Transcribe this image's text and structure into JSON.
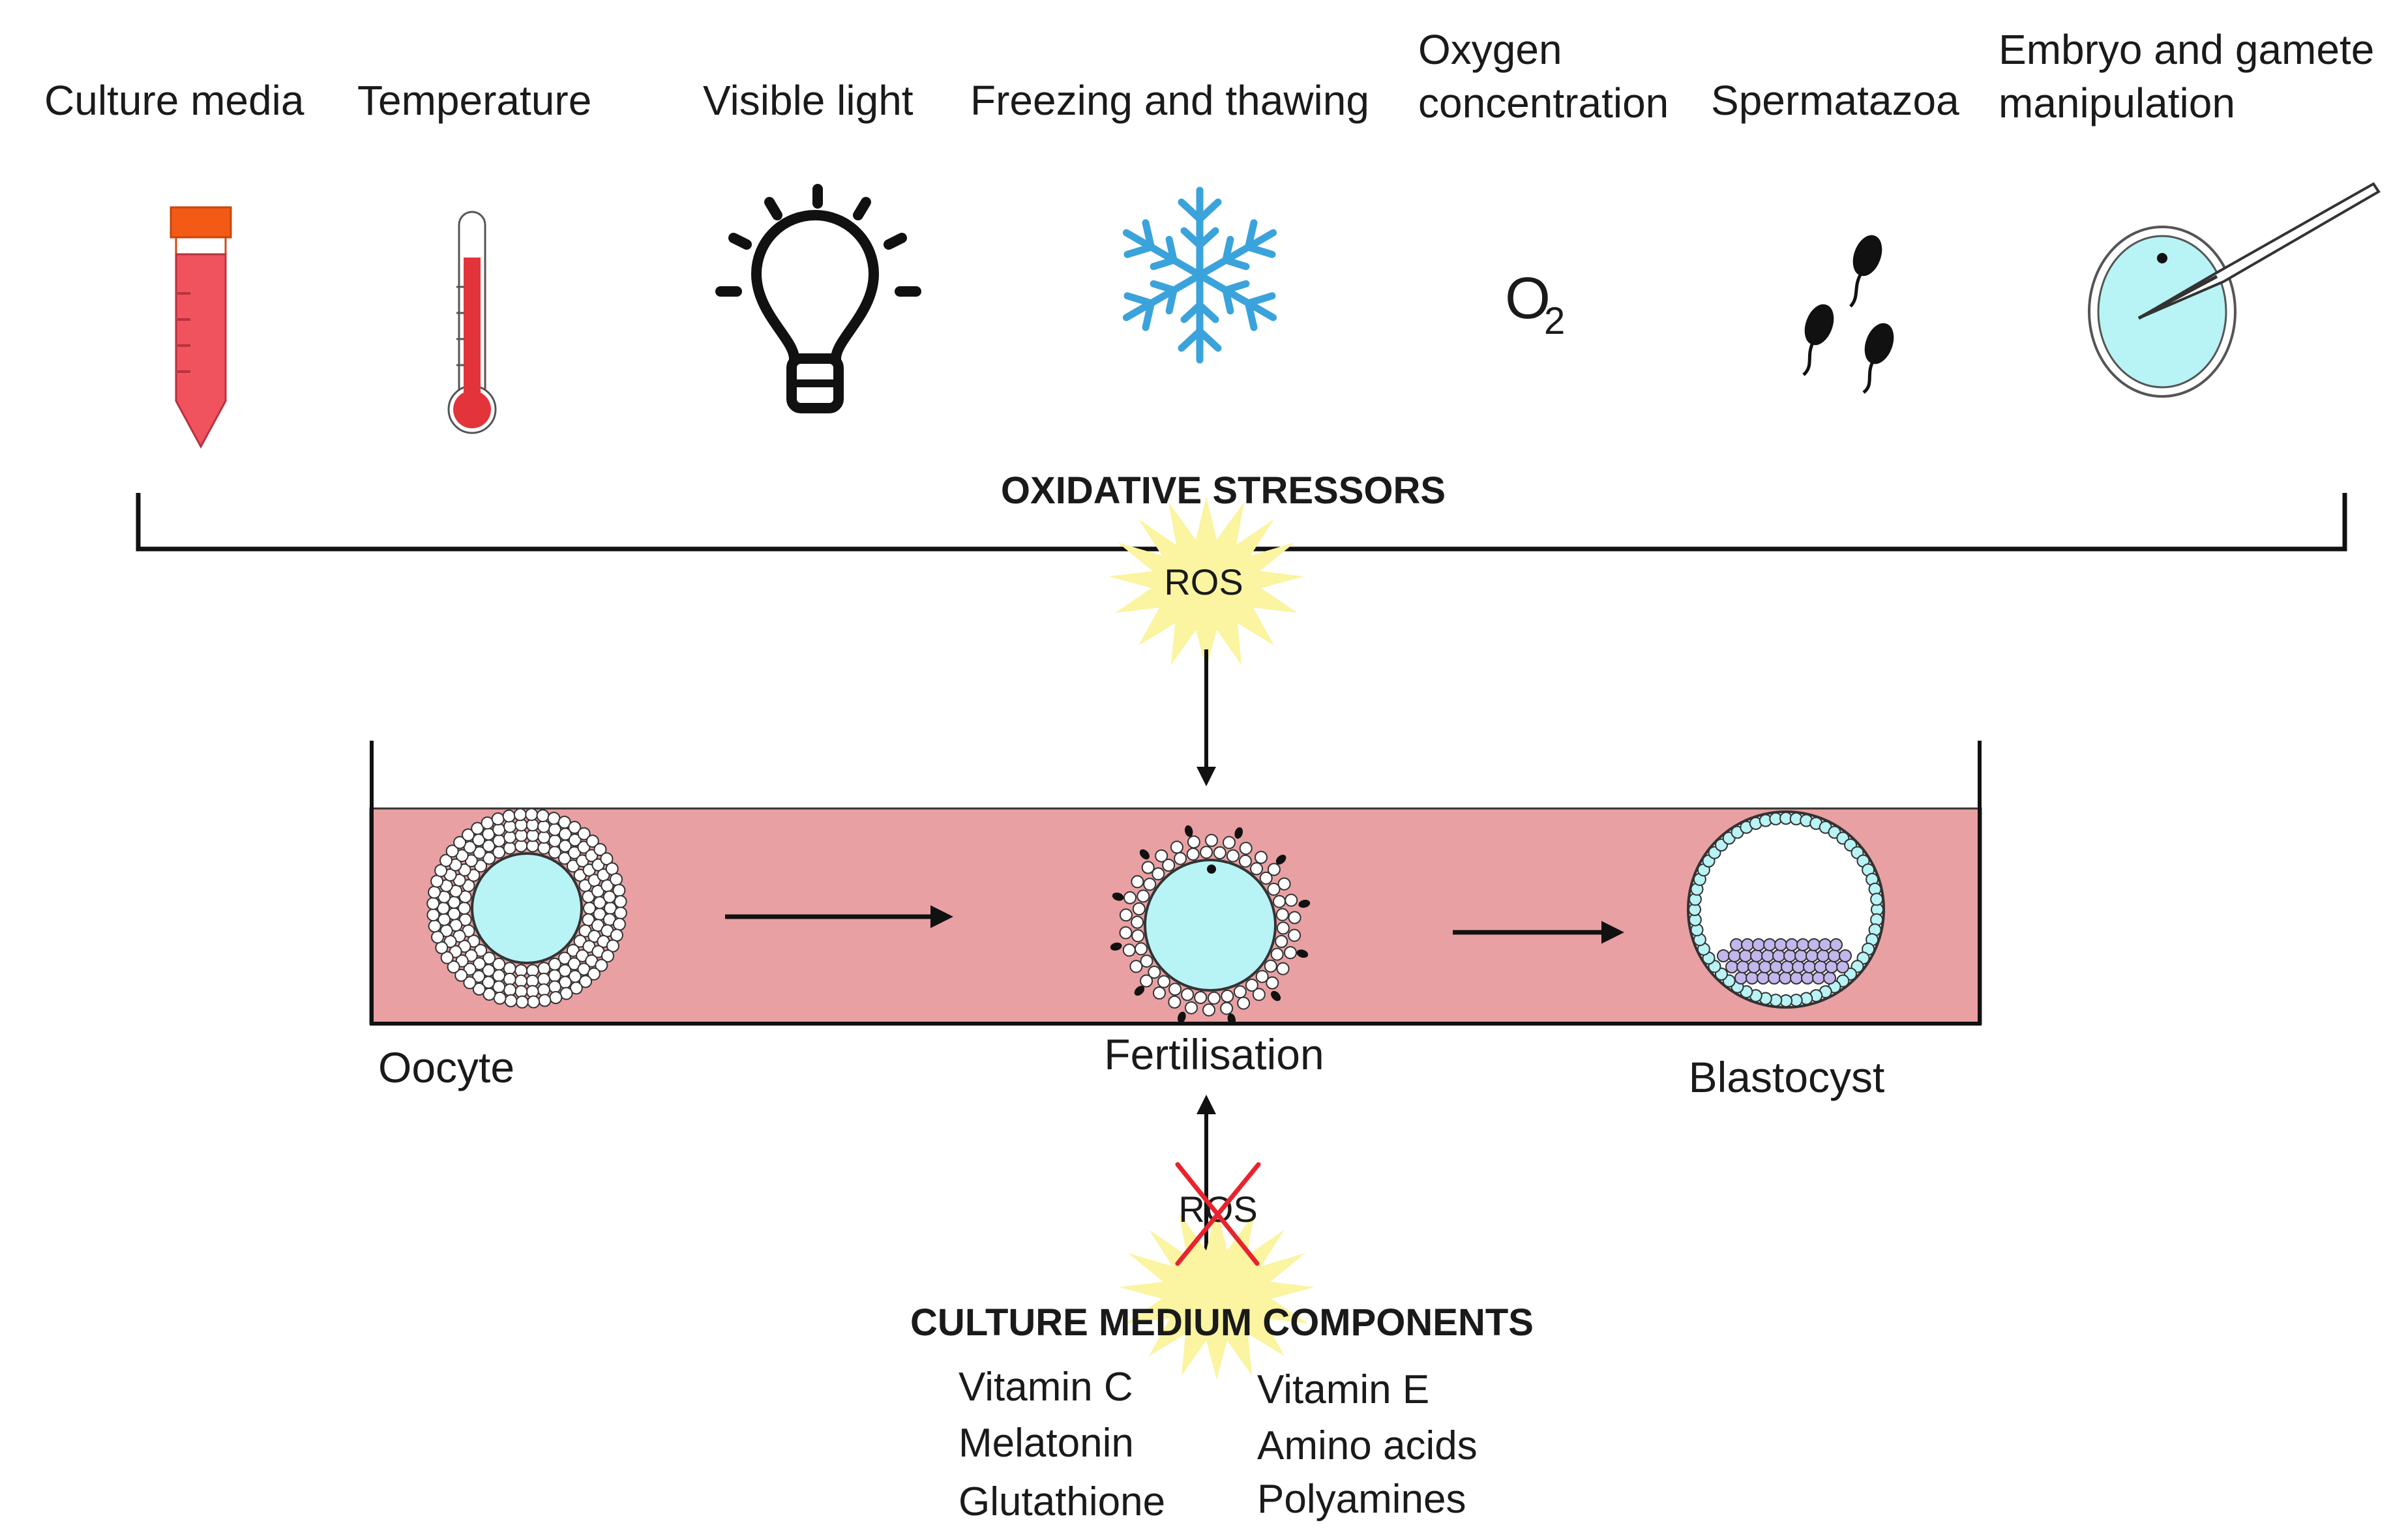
{
  "stressors": {
    "heading": "OXIDATIVE STRESSORS",
    "items": [
      {
        "line1": "Culture media",
        "line2": "",
        "icon": "culture-tube-icon"
      },
      {
        "line1": "Temperature",
        "line2": "",
        "icon": "thermometer-icon"
      },
      {
        "line1": "Visible light",
        "line2": "",
        "icon": "light-bulb-icon"
      },
      {
        "line1": "Freezing and thawing",
        "line2": "",
        "icon": "snowflake-icon"
      },
      {
        "line1": "Oxygen",
        "line2": "concentration",
        "icon": "oxygen-icon"
      },
      {
        "line1": "Spermatazoa",
        "line2": "",
        "icon": "sperm-icon"
      },
      {
        "line1": "Embryo and gamete",
        "line2": "manipulation",
        "icon": "micropipette-icon"
      }
    ],
    "oxygen_symbol": "O",
    "oxygen_subscript": "2"
  },
  "ros": {
    "label": "ROS"
  },
  "stages": {
    "oocyte": "Oocyte",
    "fertilisation": "Fertilisation",
    "blastocyst": "Blastocyst"
  },
  "medium": {
    "heading": "CULTURE MEDIUM COMPONENTS",
    "left": [
      "Vitamin C",
      "Melatonin",
      "Glutathione"
    ],
    "right": [
      "Vitamin E",
      "Amino acids",
      "Polyamines"
    ]
  },
  "colors": {
    "dish_fill": "#e9a0a2",
    "cell_fill": "#b8f3f5",
    "tube_red": "#f0525e",
    "tube_cap": "#f25a16",
    "snowflake": "#3aa3dc",
    "ros_burst": "#fbf4a0",
    "inner_mass": "#c3b6ec",
    "cross": "#e8232d"
  }
}
